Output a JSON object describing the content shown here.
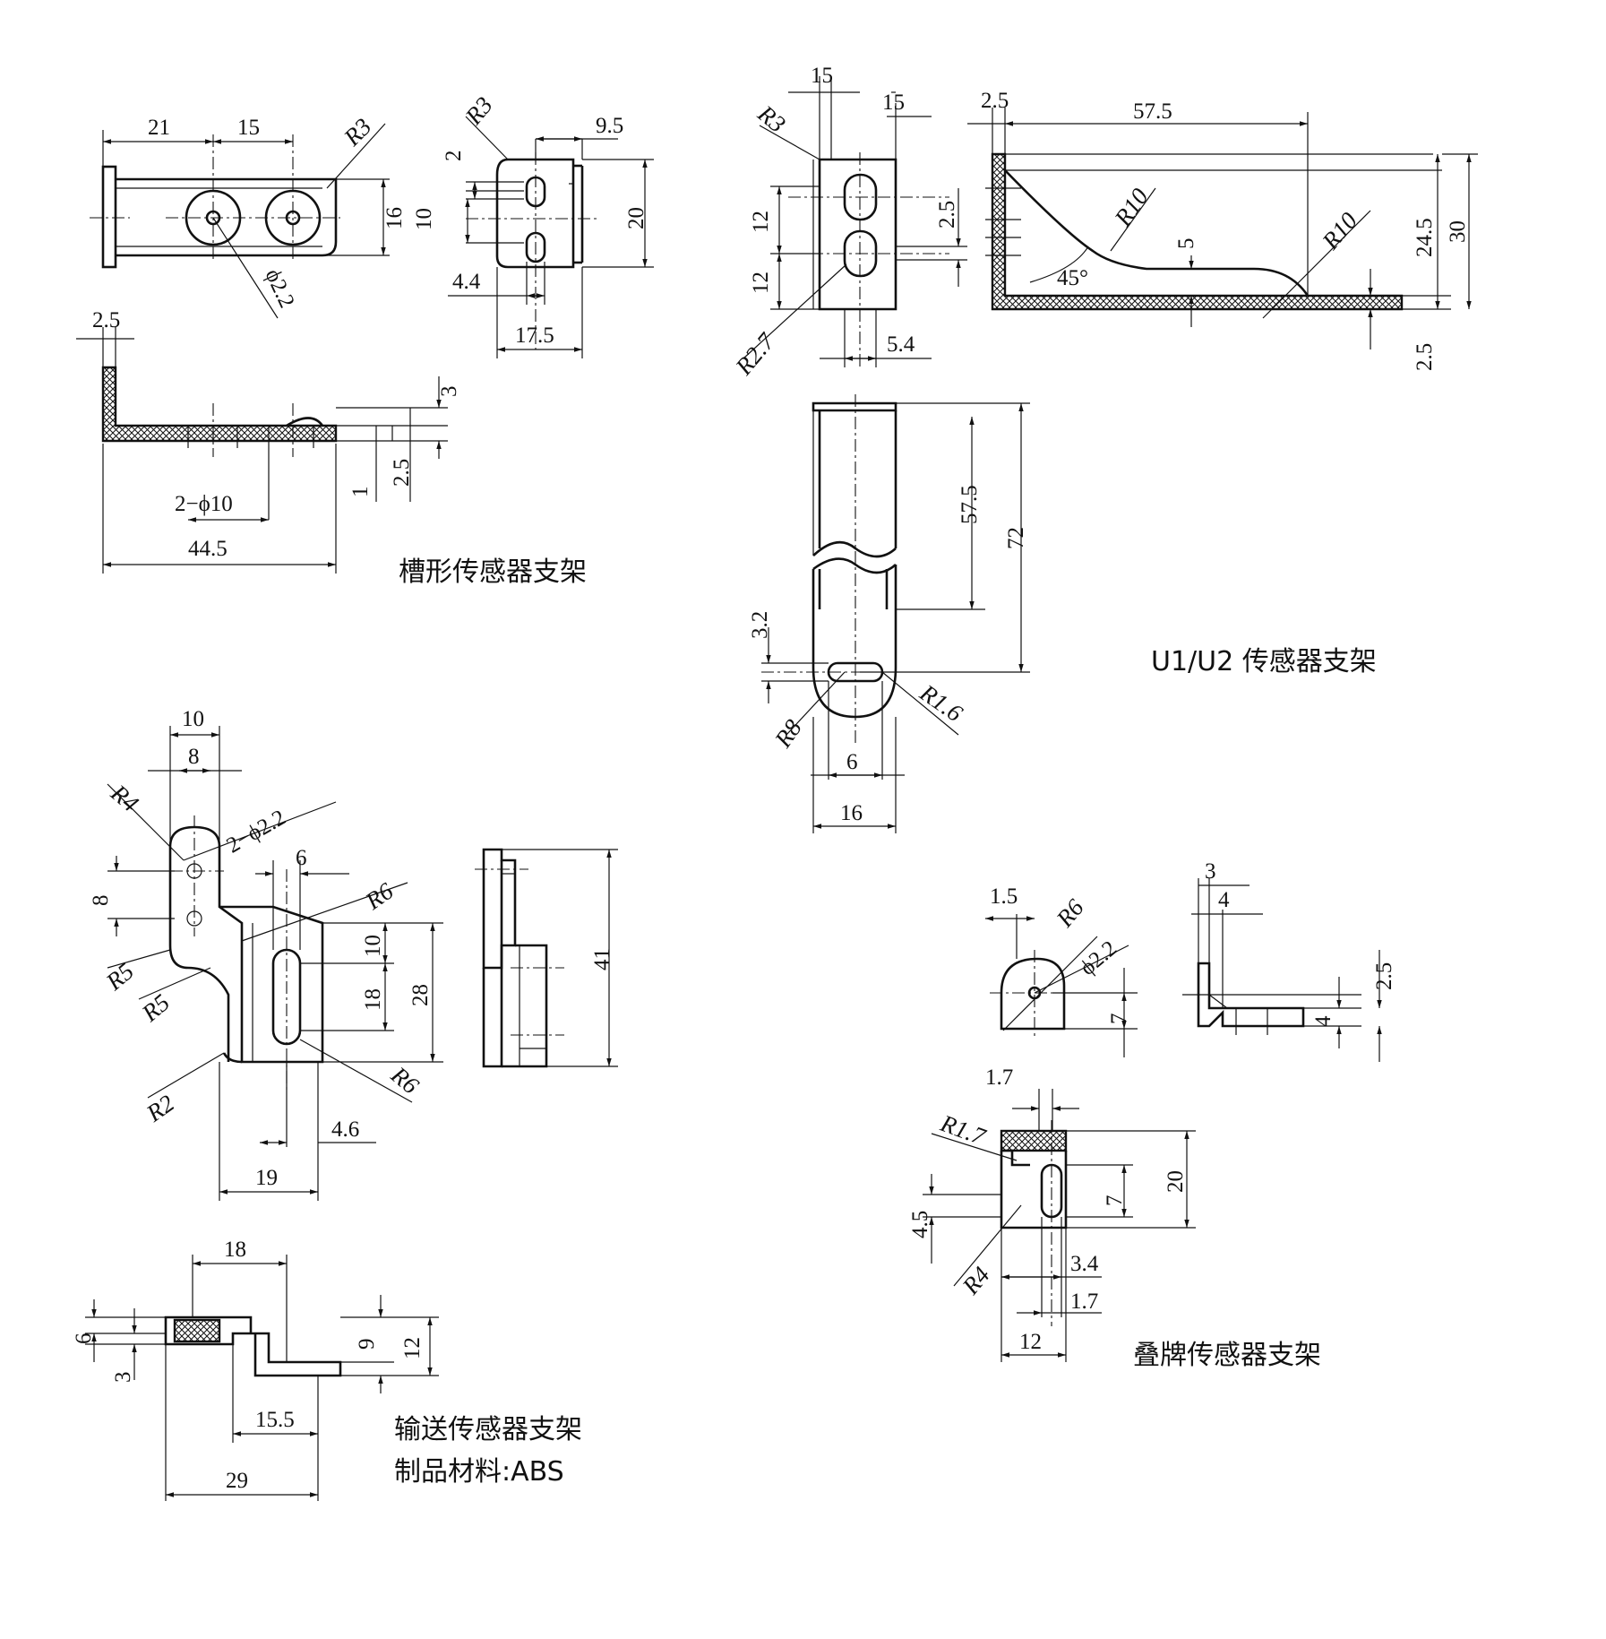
{
  "titles": {
    "slot": "槽形传感器支架",
    "u1u2": "U1/U2 传感器支架",
    "conveyor": "输送传感器支架",
    "material": "制品材料:ABS",
    "stack": "叠牌传感器支架"
  },
  "slot_bracket": {
    "d21": "21",
    "d15": "15",
    "r3": "R3",
    "phi22": "ϕ2.2",
    "d16": "16",
    "r3b": "R3",
    "d9_5": "9.5",
    "d2": "2",
    "d10": "10",
    "d20": "20",
    "d4_4": "4.4",
    "d17_5": "17.5",
    "d2_5": "2.5",
    "d3": "3",
    "d1": "1",
    "d2_5b": "2.5",
    "holes": "2−ϕ10",
    "d44_5": "44.5"
  },
  "u1u2_bracket": {
    "d15a": "15",
    "d15b": "15",
    "r3": "R3",
    "d12a": "12",
    "d12b": "12",
    "d2_5": "2.5",
    "r2_7": "R2.7",
    "d5_4": "5.4",
    "t2_5": "2.5",
    "d57_5": "57.5",
    "r10a": "R10",
    "r10b": "R10",
    "d5": "5",
    "ang45": "45°",
    "d24_5": "24.5",
    "d30": "30",
    "b2_5": "2.5",
    "f57_5": "57.5",
    "d72": "72",
    "d3_2": "3.2",
    "r8": "R8",
    "r1_6": "R1.6",
    "d6": "6",
    "d16": "16"
  },
  "conveyor_bracket": {
    "d10": "10",
    "d8a": "8",
    "r4": "R4",
    "holes": "2−ϕ2.2",
    "d8b": "8",
    "d6": "6",
    "r6a": "R6",
    "r5a": "R5",
    "r5b": "R5",
    "d10b": "10",
    "d18": "18",
    "d28": "28",
    "r2": "R2",
    "r6b": "R6",
    "d4_6": "4.6",
    "d19": "19",
    "d41": "41",
    "s18": "18",
    "s6": "6",
    "s3": "3",
    "s9": "9",
    "s12": "12",
    "s15_5": "15.5",
    "s29": "29"
  },
  "stack_bracket": {
    "d1_5": "1.5",
    "r6": "R6",
    "phi22": "ϕ2.2",
    "d7": "7",
    "d3": "3",
    "d4": "4",
    "d2_5": "2.5",
    "d4b": "4",
    "d1_7": "1.7",
    "r1_7": "R1.7",
    "d7b": "7",
    "d20": "20",
    "d4_5": "4.5",
    "r4": "R4",
    "d3_4": "3.4",
    "d1_7b": "1.7",
    "d12": "12"
  }
}
